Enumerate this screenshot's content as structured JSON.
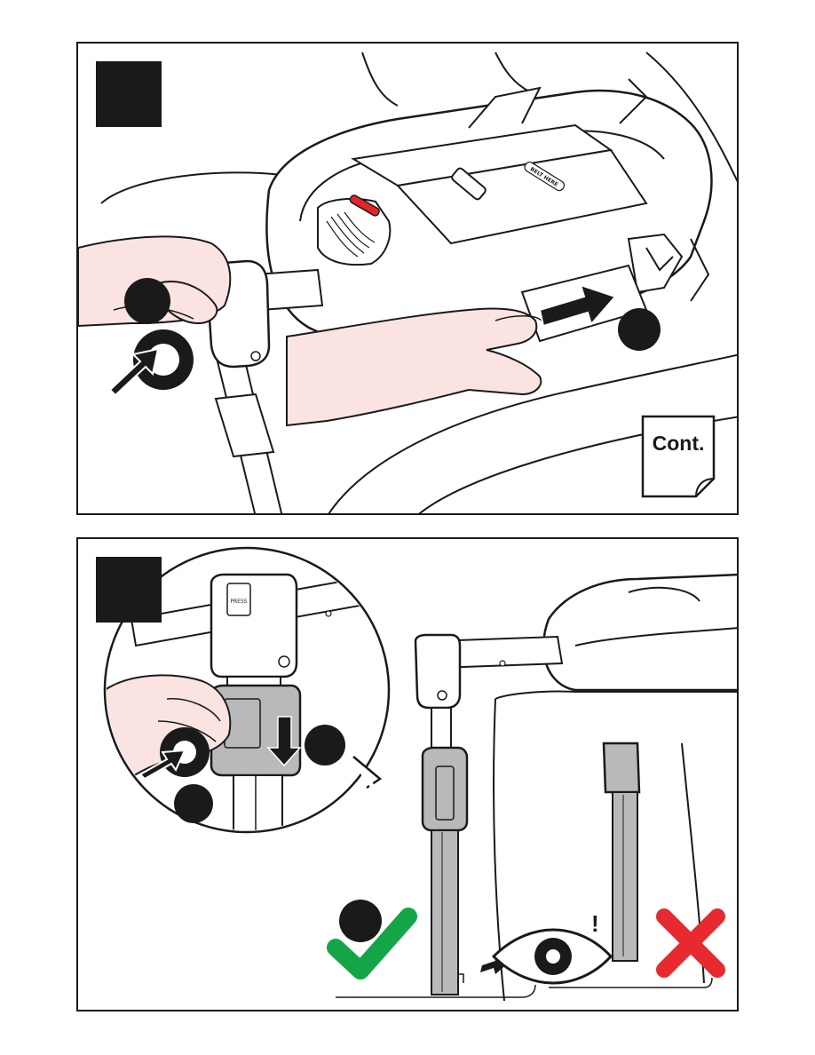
{
  "panels": [
    {
      "id": "top",
      "step_box": "",
      "belt_label": "BELT HERE",
      "continued_label": "Cont."
    },
    {
      "id": "bottom",
      "step_box": "",
      "button_label": "PRESS",
      "attention_mark": "!"
    }
  ],
  "icons": [
    "step-marker",
    "push-arrow",
    "slide-arrow",
    "press-down-arrow",
    "eye-icon",
    "check-icon",
    "cross-icon"
  ],
  "colors": {
    "ink": "#1a1a1a",
    "skin": "#fbe3e2",
    "red_indicator": "#e3252b",
    "check_green": "#14a547",
    "cross_red": "#e62a2f",
    "isofix_grey": "#b9b9b9"
  }
}
